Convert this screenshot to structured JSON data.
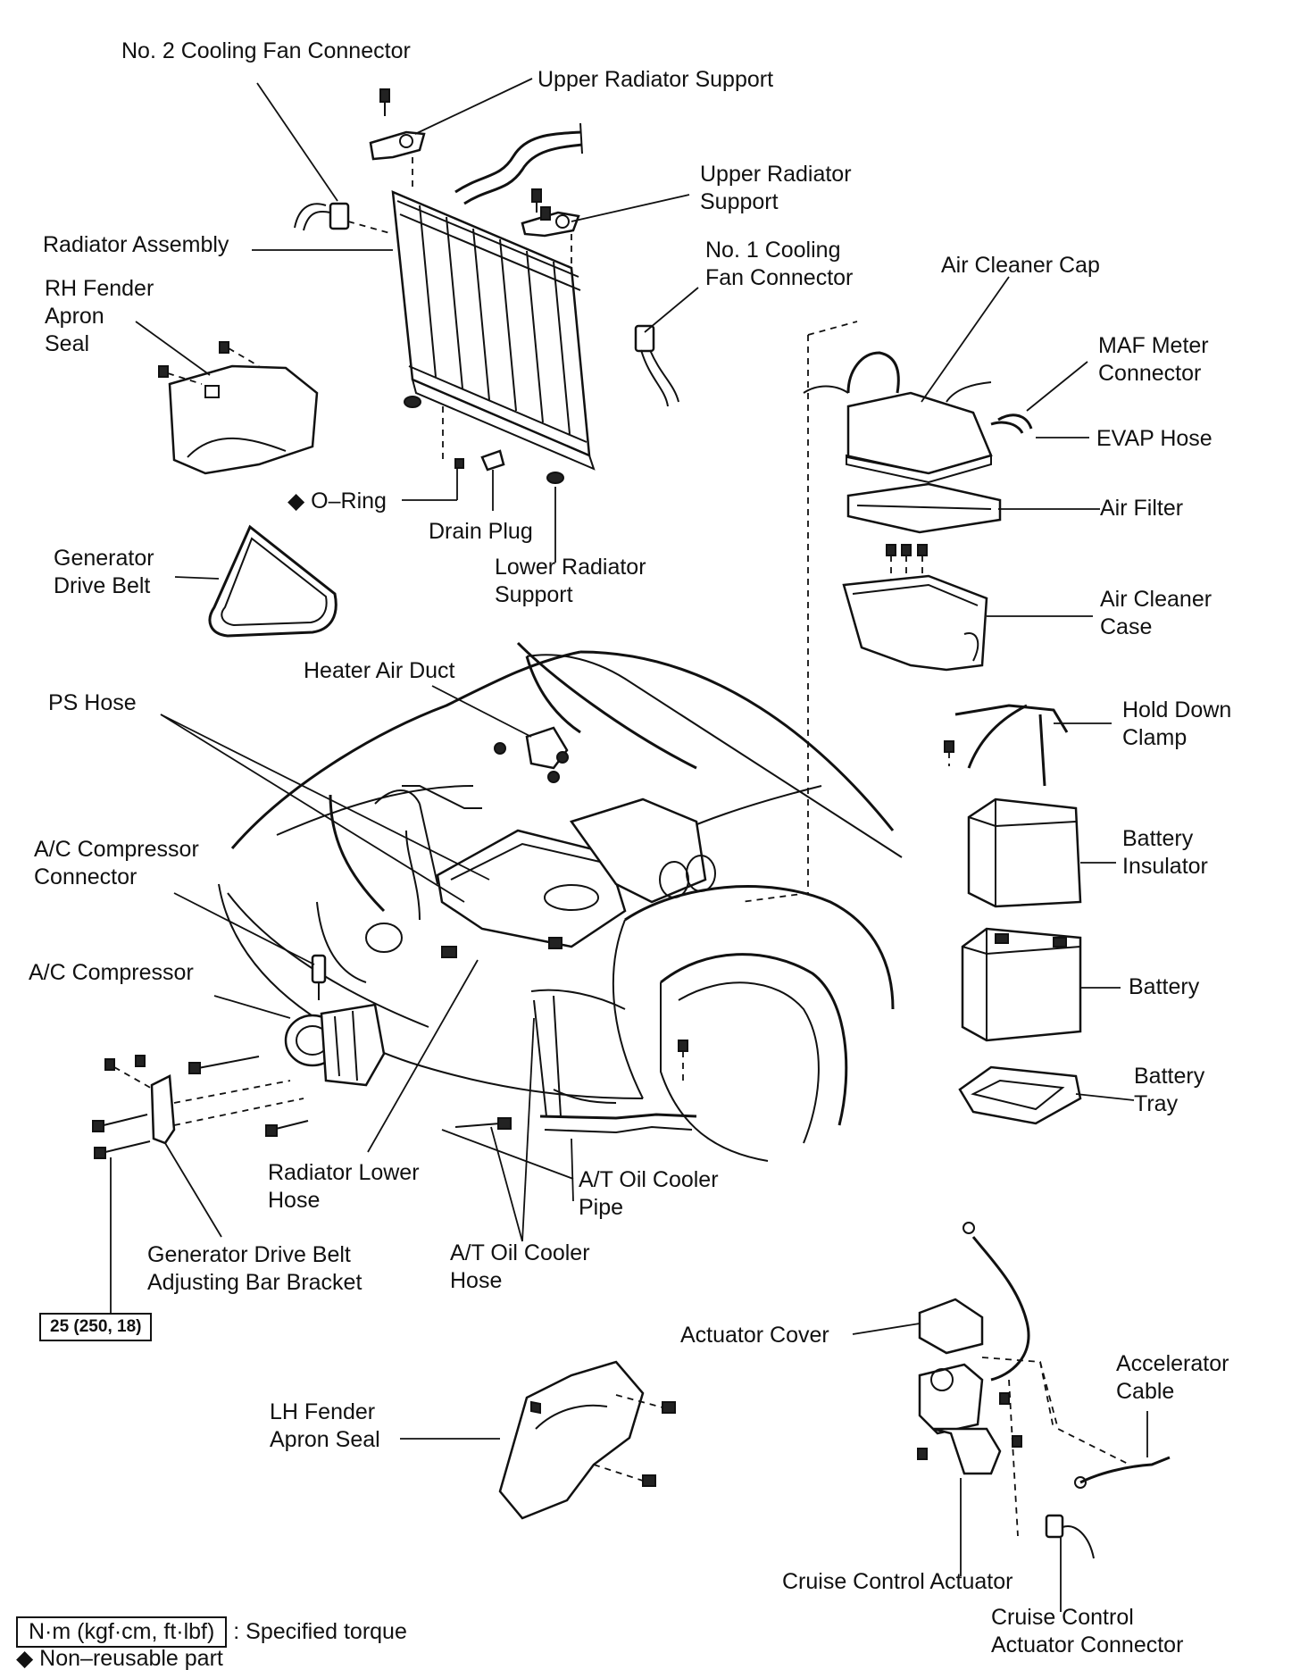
{
  "labels": {
    "no2_fan_connector": "No. 2 Cooling Fan Connector",
    "upper_support_1": "Upper Radiator Support",
    "upper_support_2_l1": "Upper Radiator",
    "upper_support_2_l2": "Support",
    "radiator_assembly": "Radiator Assembly",
    "no1_fan_l1": "No. 1 Cooling",
    "no1_fan_l2": "Fan Connector",
    "air_cleaner_cap": "Air Cleaner Cap",
    "rh_fender_l1": "RH Fender",
    "rh_fender_l2": "Apron",
    "rh_fender_l3": "Seal",
    "maf_l1": "MAF Meter",
    "maf_l2": "Connector",
    "evap_hose": "EVAP Hose",
    "o_ring": "◆ O–Ring",
    "air_filter": "Air Filter",
    "drain_plug": "Drain Plug",
    "gen_belt_l1": "Generator",
    "gen_belt_l2": "Drive Belt",
    "lower_support_l1": "Lower Radiator",
    "lower_support_l2": "Support",
    "air_case_l1": "Air Cleaner",
    "air_case_l2": "Case",
    "heater_duct": "Heater Air Duct",
    "ps_hose": "PS Hose",
    "hold_clamp_l1": "Hold Down",
    "hold_clamp_l2": "Clamp",
    "bat_insul_l1": "Battery",
    "bat_insul_l2": "Insulator",
    "ac_conn_l1": "A/C Compressor",
    "ac_conn_l2": "Connector",
    "ac_comp": "A/C Compressor",
    "battery": "Battery",
    "bat_tray_l1": "Battery",
    "bat_tray_l2": "Tray",
    "rad_lower_l1": "Radiator Lower",
    "rad_lower_l2": "Hose",
    "at_pipe_l1": "A/T Oil Cooler",
    "at_pipe_l2": "Pipe",
    "gen_bracket_l1": "Generator Drive Belt",
    "gen_bracket_l2": "Adjusting Bar Bracket",
    "at_hose_l1": "A/T Oil Cooler",
    "at_hose_l2": "Hose",
    "torque_value": "25 (250, 18)",
    "actuator_cover": "Actuator Cover",
    "accel_l1": "Accelerator",
    "accel_l2": "Cable",
    "lh_fender_l1": "LH Fender",
    "lh_fender_l2": "Apron Seal",
    "cruise_act": "Cruise Control Actuator",
    "cruise_conn_l1": "Cruise Control",
    "cruise_conn_l2": "Actuator Connector"
  },
  "legend": {
    "torque_unit": "N·m (kgf·cm, ft·lbf)",
    "torque_desc": ": Specified torque",
    "nonreusable": "◆ Non–reusable part"
  }
}
